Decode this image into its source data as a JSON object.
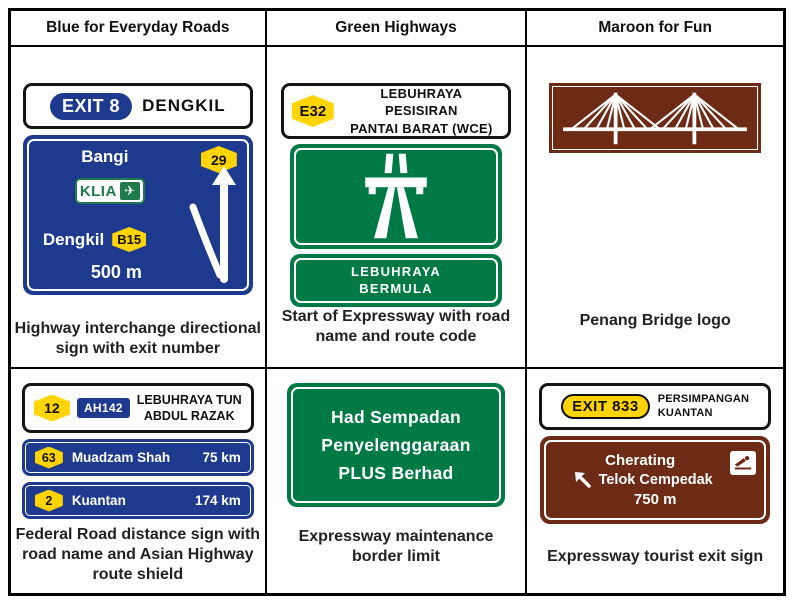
{
  "colors": {
    "sign_blue": "#1d3a8f",
    "sign_green": "#007a45",
    "sign_maroon": "#6d2a15",
    "shield_yellow": "#ffd400",
    "border_black": "#000000",
    "text_white": "#ffffff"
  },
  "headers": [
    "Blue for Everyday Roads",
    "Green Highways",
    "Maroon for Fun"
  ],
  "captions": {
    "r1c1": "Highway interchange directional sign with exit number",
    "r1c2": "Start of Expressway with road name and route code",
    "r1c3": "Penang Bridge logo",
    "r2c1": "Federal Road distance sign with road name and Asian Highway route shield",
    "r2c2": "Expressway maintenance border limit",
    "r2c3": "Expressway tourist exit sign"
  },
  "signs": {
    "dengkil_exit": {
      "exit": "EXIT 8",
      "name": "DENGKIL"
    },
    "interchange": {
      "dest_top": "Bangi",
      "route_top": "29",
      "airport": "KLIA",
      "dest_mid": "Dengkil",
      "route_mid": "B15",
      "distance": "500 m"
    },
    "wce_plate": {
      "route": "E32",
      "line1": "LEBUHRAYA PESISIRAN",
      "line2": "PANTAI BARAT (WCE)"
    },
    "expressway_start": {
      "line1": "LEBUHRAYA",
      "line2": "BERMULA"
    },
    "federal_plate": {
      "route": "12",
      "ah_route": "AH142",
      "line1": "LEBUHRAYA TUN",
      "line2": "ABDUL RAZAK"
    },
    "distance_rows": [
      {
        "route": "63",
        "name": "Muadzam Shah",
        "distance": "75 km"
      },
      {
        "route": "2",
        "name": "Kuantan",
        "distance": "174 km"
      }
    ],
    "maintenance": {
      "line1": "Had Sempadan",
      "line2": "Penyelenggaraan",
      "line3": "PLUS Berhad"
    },
    "kuantan_exit": {
      "exit": "EXIT 833",
      "line1": "PERSIMPANGAN",
      "line2": "KUANTAN"
    },
    "tourist": {
      "dest1": "Cherating",
      "dest2": "Telok Cempedak",
      "distance": "750 m"
    }
  },
  "icons": {
    "airplane": "✈",
    "motorway_symbol": "motorway-pictogram",
    "bridge_logo": "penang-bridge-pictogram",
    "exit_fork_arrow": "exit-fork-arrow",
    "up_left_arrow": "up-left-arrow",
    "swimming_area": "beach-swimming-pictogram"
  }
}
